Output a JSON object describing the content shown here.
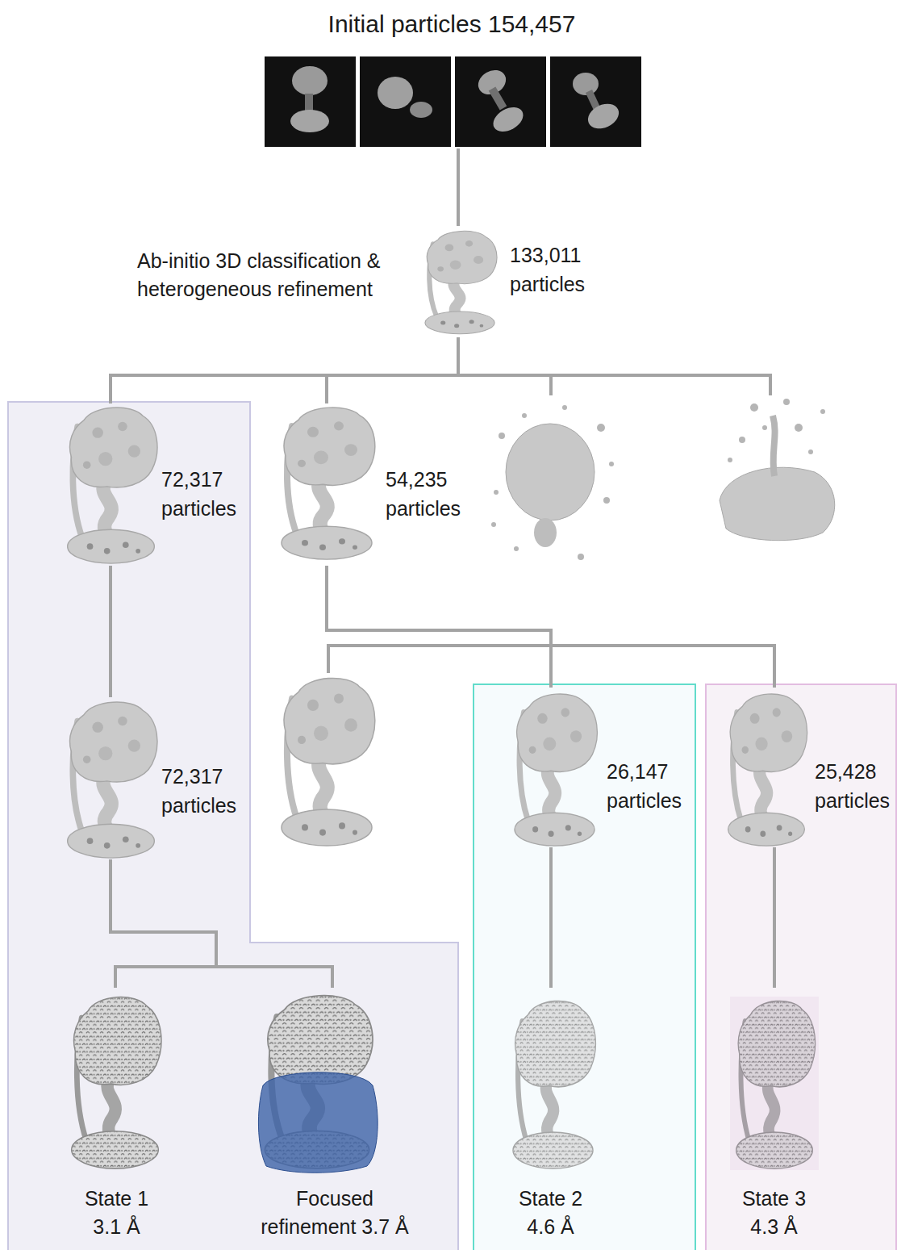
{
  "diagram": {
    "nodes": [
      {
        "text": [
          "Initial particles 154,457"
        ]
      },
      {
        "text": [
          "Ab-initio 3D classification & heterogeneous refinement",
          "133,011 particles"
        ]
      },
      {
        "text": [
          "72,317 particles"
        ]
      },
      {
        "text": [
          "54,235 particles"
        ]
      },
      {
        "text": [
          "72,317 particles"
        ]
      },
      {
        "text": [
          "26,147 particles"
        ]
      },
      {
        "text": [
          "25,428 particles"
        ]
      },
      {
        "text": [
          "State 1 3.1 Å"
        ]
      },
      {
        "text": [
          "Focused refinement 3.7 Å"
        ]
      },
      {
        "text": [
          "State 2 4.6 Å"
        ]
      },
      {
        "text": [
          "State 3 4.3 Å"
        ]
      }
    ],
    "edges": [
      {
        "from": 0,
        "to": 1,
        "arrow": "none"
      },
      {
        "from": 1,
        "to": 2,
        "arrow": "none"
      },
      {
        "from": 1,
        "to": 3,
        "arrow": "none"
      },
      {
        "from": 2,
        "to": 4,
        "arrow": "none"
      },
      {
        "from": 3,
        "to": 5,
        "arrow": "none"
      },
      {
        "from": 3,
        "to": 6,
        "arrow": "none"
      },
      {
        "from": 4,
        "to": 7,
        "arrow": "none"
      },
      {
        "from": 4,
        "to": 8,
        "arrow": "none"
      },
      {
        "from": 5,
        "to": 9,
        "arrow": "none"
      },
      {
        "from": 6,
        "to": 10,
        "arrow": "none"
      }
    ]
  }
}
